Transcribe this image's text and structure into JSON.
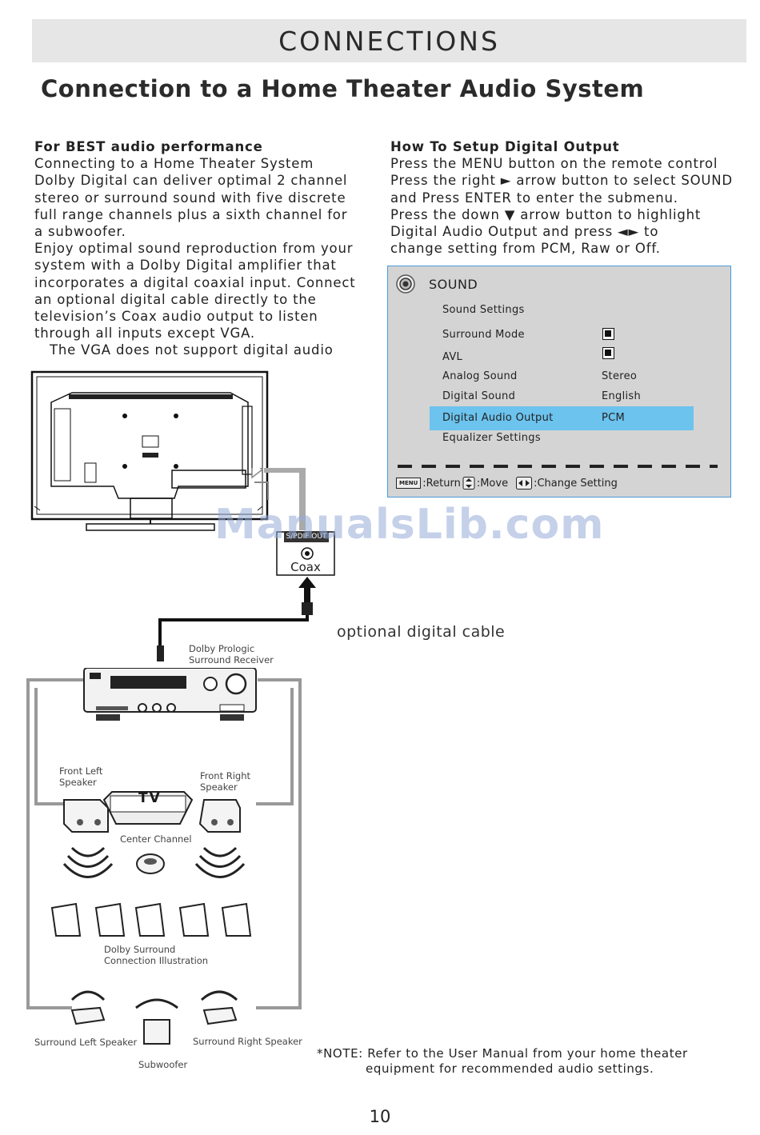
{
  "header": {
    "section": "CONNECTIONS",
    "title": "Connection to a Home Theater Audio System"
  },
  "left_column": {
    "heading": "For BEST audio performance",
    "lines": [
      "Connecting to a Home Theater System",
      "Dolby Digital can deliver optimal 2 channel",
      "stereo or surround sound with five discrete",
      "full range channels plus a sixth channel for",
      "a subwoofer.",
      "Enjoy optimal sound reproduction from your",
      "system with a Dolby Digital amplifier that",
      "incorporates a digital coaxial input. Connect",
      "an optional digital cable directly to the",
      "television’s Coax audio output to listen",
      "through all inputs except VGA."
    ],
    "indented_line": "The VGA does not support digital audio"
  },
  "right_column": {
    "heading": "How To Setup Digital Output",
    "lines": [
      "Press the MENU button on the remote control",
      "Press the right ► arrow button to select SOUND",
      "and Press ENTER to enter the submenu.",
      "Press the down ▼ arrow button to highlight",
      "Digital Audio Output and press ◄► to",
      "change setting from PCM, Raw or Off."
    ]
  },
  "sound_menu": {
    "title": "SOUND",
    "items": [
      {
        "label": "Sound Settings",
        "value": ""
      },
      {
        "label": "Surround Mode",
        "value": ""
      },
      {
        "label": "AVL",
        "value": ""
      },
      {
        "label": "Analog Sound",
        "value": "Stereo"
      },
      {
        "label": "Digital Sound",
        "value": "English"
      },
      {
        "label": "Digital Audio Output",
        "value": "PCM"
      },
      {
        "label": "Equalizer Settings",
        "value": ""
      }
    ],
    "footer": {
      "menu_key": "MENU",
      "return": ":Return",
      "move": ":Move",
      "change": ":Change Setting"
    },
    "highlight_color": "#6cc3ee"
  },
  "diagram": {
    "coax_port_tab": "S/PDIF OUT",
    "coax_label": "Coax",
    "cable_label": "optional digital cable",
    "receiver_label": [
      "Dolby Prologic",
      "Surround Receiver"
    ],
    "front_left": [
      "Front Left",
      "Speaker"
    ],
    "front_right": [
      "Front Right",
      "Speaker"
    ],
    "tv_label": "TV",
    "center_channel": "Center Channel",
    "illustration_label": [
      "Dolby Surround",
      "Connection Illustration"
    ],
    "surround_left": "Surround Left Speaker",
    "surround_right": "Surround Right Speaker",
    "subwoofer": "Subwoofer"
  },
  "watermark": "ManualsLib.com",
  "note": [
    "*NOTE: Refer to the User Manual from your home theater",
    "equipment for recommended audio settings."
  ],
  "page_number": "10"
}
